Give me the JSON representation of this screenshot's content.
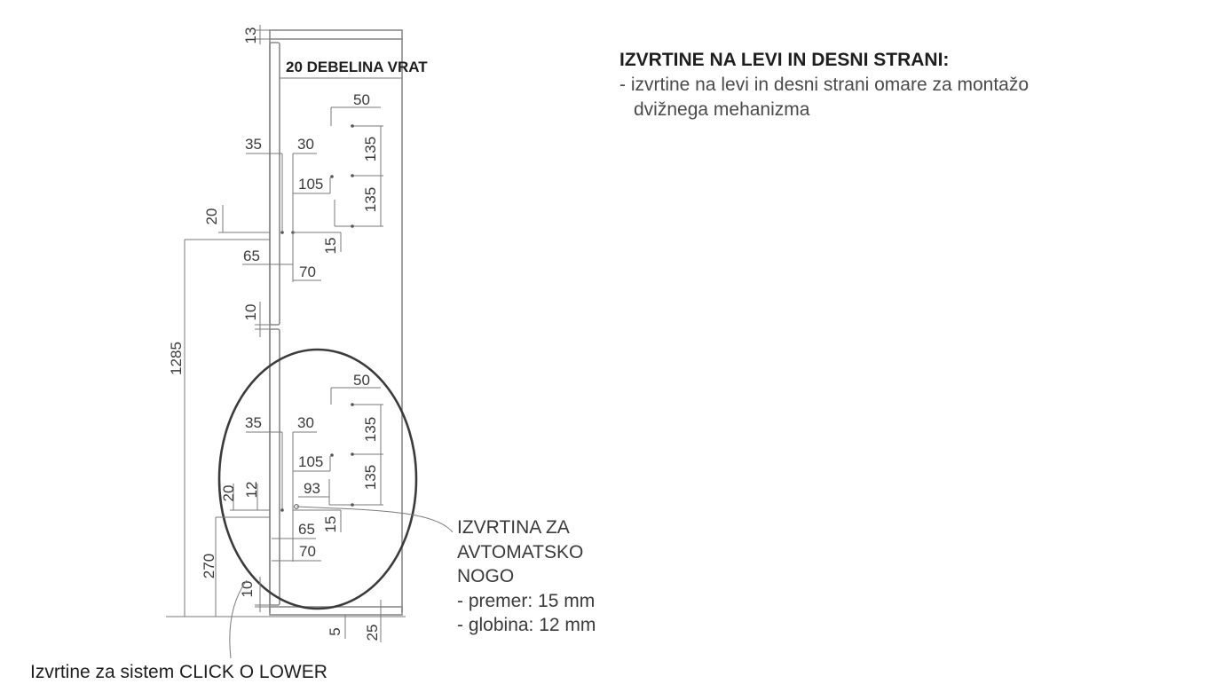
{
  "notes": {
    "title": "IZVRTINE NA LEVI IN DESNI STRANI:",
    "line1": "- izvrtine na levi in desni strani omare za montažo",
    "line2": "dvižnega mehanizma"
  },
  "door_label": "20 DEBELINA VRAT",
  "callout": {
    "line1": "IZVRTINA ZA",
    "line2": "AVTOMATSKO",
    "line3": "NOGO",
    "line4": "- premer: 15 mm",
    "line5": "- globina: 12 mm"
  },
  "bottom_caption": "Izvrtine za sistem CLICK O LOWER",
  "dims": {
    "top_gap": "13",
    "upper": {
      "d50": "50",
      "d35": "35",
      "d30": "30",
      "d135a": "135",
      "d105": "105",
      "d135b": "135",
      "d20": "20",
      "d15": "15",
      "d65": "65",
      "d70": "70"
    },
    "mid_gap": "10",
    "height_total": "1285",
    "lower": {
      "d50": "50",
      "d35": "35",
      "d30": "30",
      "d135a": "135",
      "d105": "105",
      "d135b": "135",
      "d93": "93",
      "d20": "20",
      "d12": "12",
      "d15": "15",
      "d65": "65",
      "d70": "70"
    },
    "height_lower": "270",
    "bottom_gap": "10",
    "d5": "5",
    "d25": "25"
  }
}
